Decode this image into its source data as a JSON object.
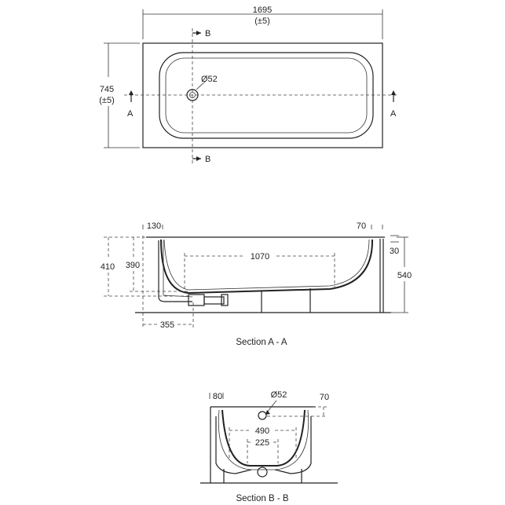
{
  "plan_view": {
    "length": "1695",
    "length_tol": "(±5)",
    "width": "745",
    "width_tol": "(±5)",
    "waste_diameter": "Ø52",
    "section_a_label": "A",
    "section_b_label": "B"
  },
  "section_a": {
    "dim_130": "130",
    "dim_70": "70",
    "dim_30": "30",
    "dim_410": "410",
    "dim_390": "390",
    "dim_1070": "1070",
    "dim_540": "540",
    "dim_355": "355",
    "caption": "Section A - A"
  },
  "section_b": {
    "dim_80": "80",
    "waste_diameter": "Ø52",
    "dim_70": "70",
    "dim_490": "490",
    "dim_225": "225",
    "caption": "Section B - B"
  }
}
